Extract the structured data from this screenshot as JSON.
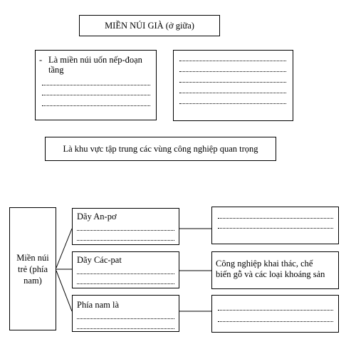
{
  "title": "MIỀN NÚI GIÀ (ở giữa)",
  "old_mountains": {
    "bullet": "-",
    "line1": "Là miền núi uốn nếp-đoạn",
    "line2": "tầng"
  },
  "industry_note": "Là khu vực tập trung các vùng công nghiệp quan trọng",
  "young_mountains": {
    "line1": "Miền núi",
    "line2": "trẻ (phía",
    "line3": "nam)"
  },
  "branches": [
    {
      "label": "Dãy An-pơ"
    },
    {
      "label": "Dãy Các-pat"
    },
    {
      "label": "Phía nam là"
    }
  ],
  "carpathian_detail": {
    "line1": "Công nghiệp khai thác, chế",
    "line2": "biến gỗ và các loại khoáng sản"
  }
}
